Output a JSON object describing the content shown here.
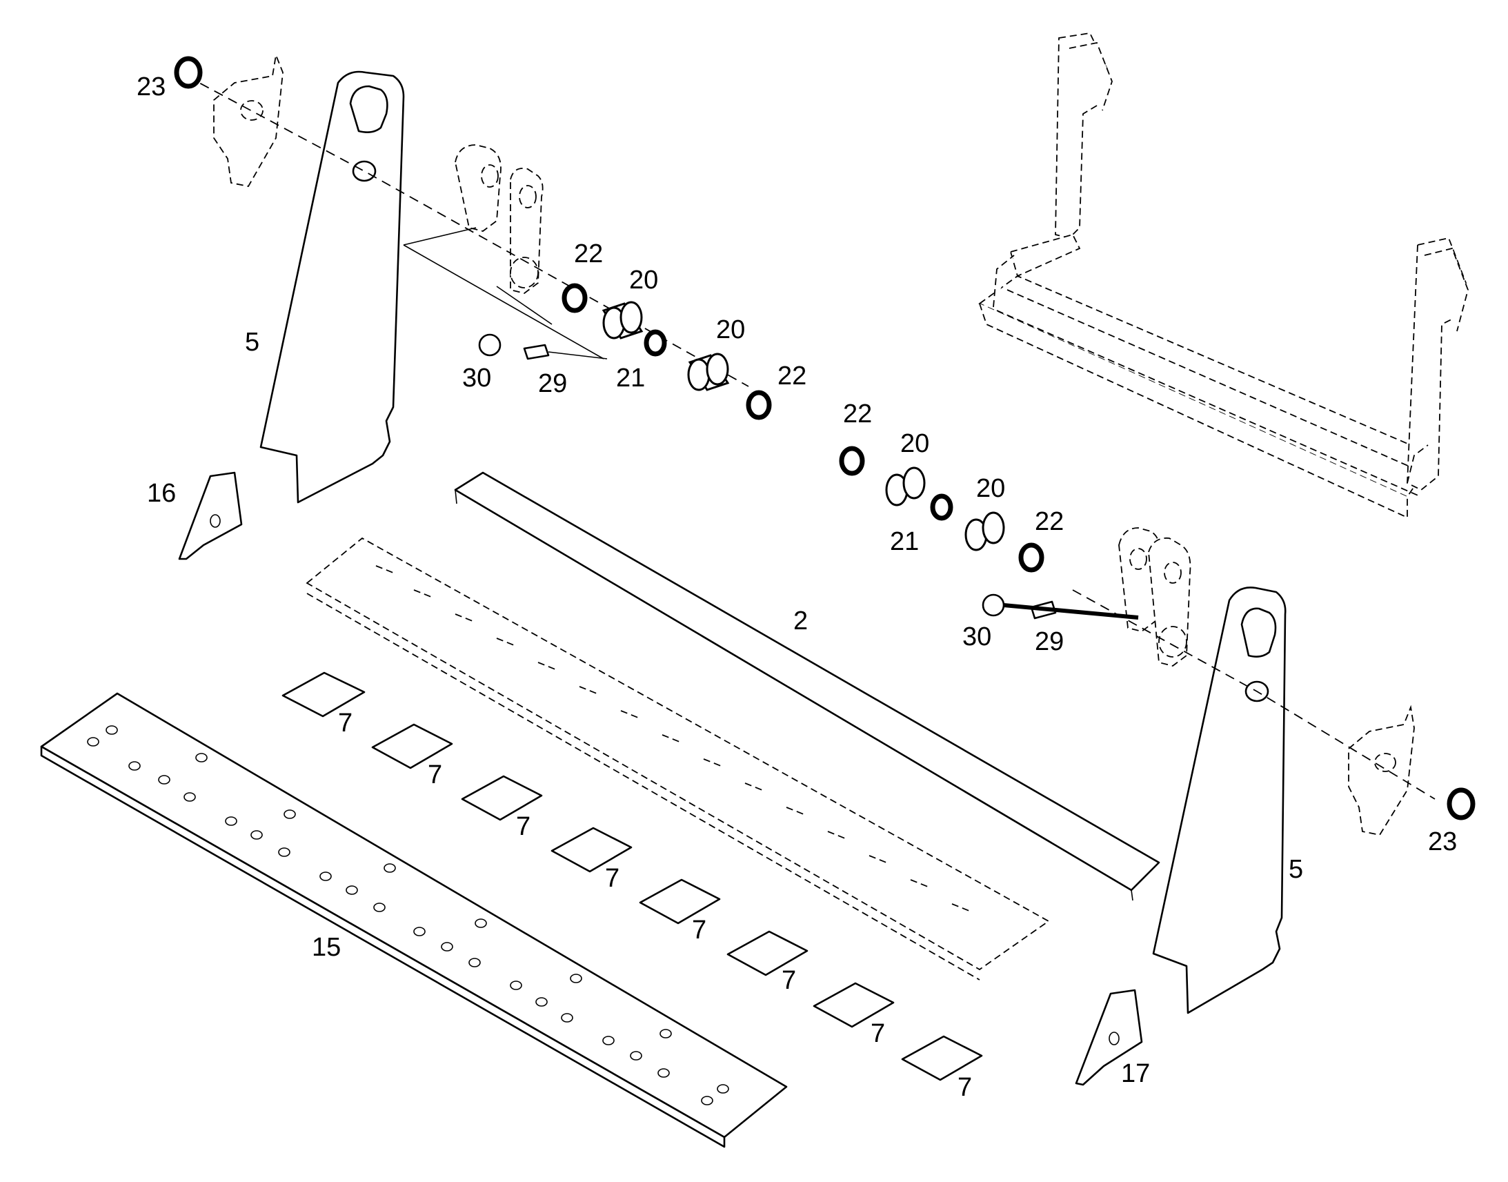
{
  "labels": [
    "23",
    "5",
    "22",
    "20",
    "30",
    "29",
    "21",
    "20",
    "22",
    "16",
    "22",
    "20",
    "20",
    "21",
    "22",
    "2",
    "30",
    "29",
    "7",
    "7",
    "7",
    "7",
    "7",
    "7",
    "7",
    "7",
    "15",
    "23",
    "5",
    "17"
  ]
}
